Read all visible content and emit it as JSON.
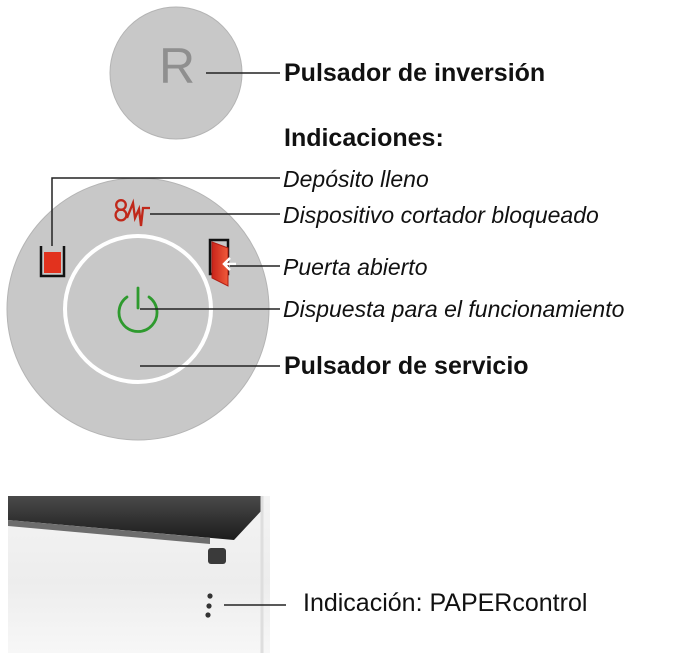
{
  "reverse_button": {
    "symbol": "R",
    "label": "Pulsador de inversión"
  },
  "indications": {
    "heading": "Indicaciones:",
    "items": [
      {
        "label": "Depósito lleno"
      },
      {
        "label": "Dispositivo cortador bloqueado",
        "symbol": "8⁄√"
      },
      {
        "label": "Puerta abierto"
      },
      {
        "label": "Dispuesta para el funcionamiento"
      }
    ]
  },
  "service_button": {
    "label": "Pulsador de servicio"
  },
  "papercontrol": {
    "label": "Indicación: PAPERcontrol"
  },
  "colors": {
    "button_face": "#c8c8c8",
    "indicator_red": "#e2321e",
    "ready_green": "#2e9a2e"
  },
  "icons": [
    "bin-full-icon",
    "cutter-blocked-icon",
    "door-open-icon",
    "power-icon"
  ]
}
